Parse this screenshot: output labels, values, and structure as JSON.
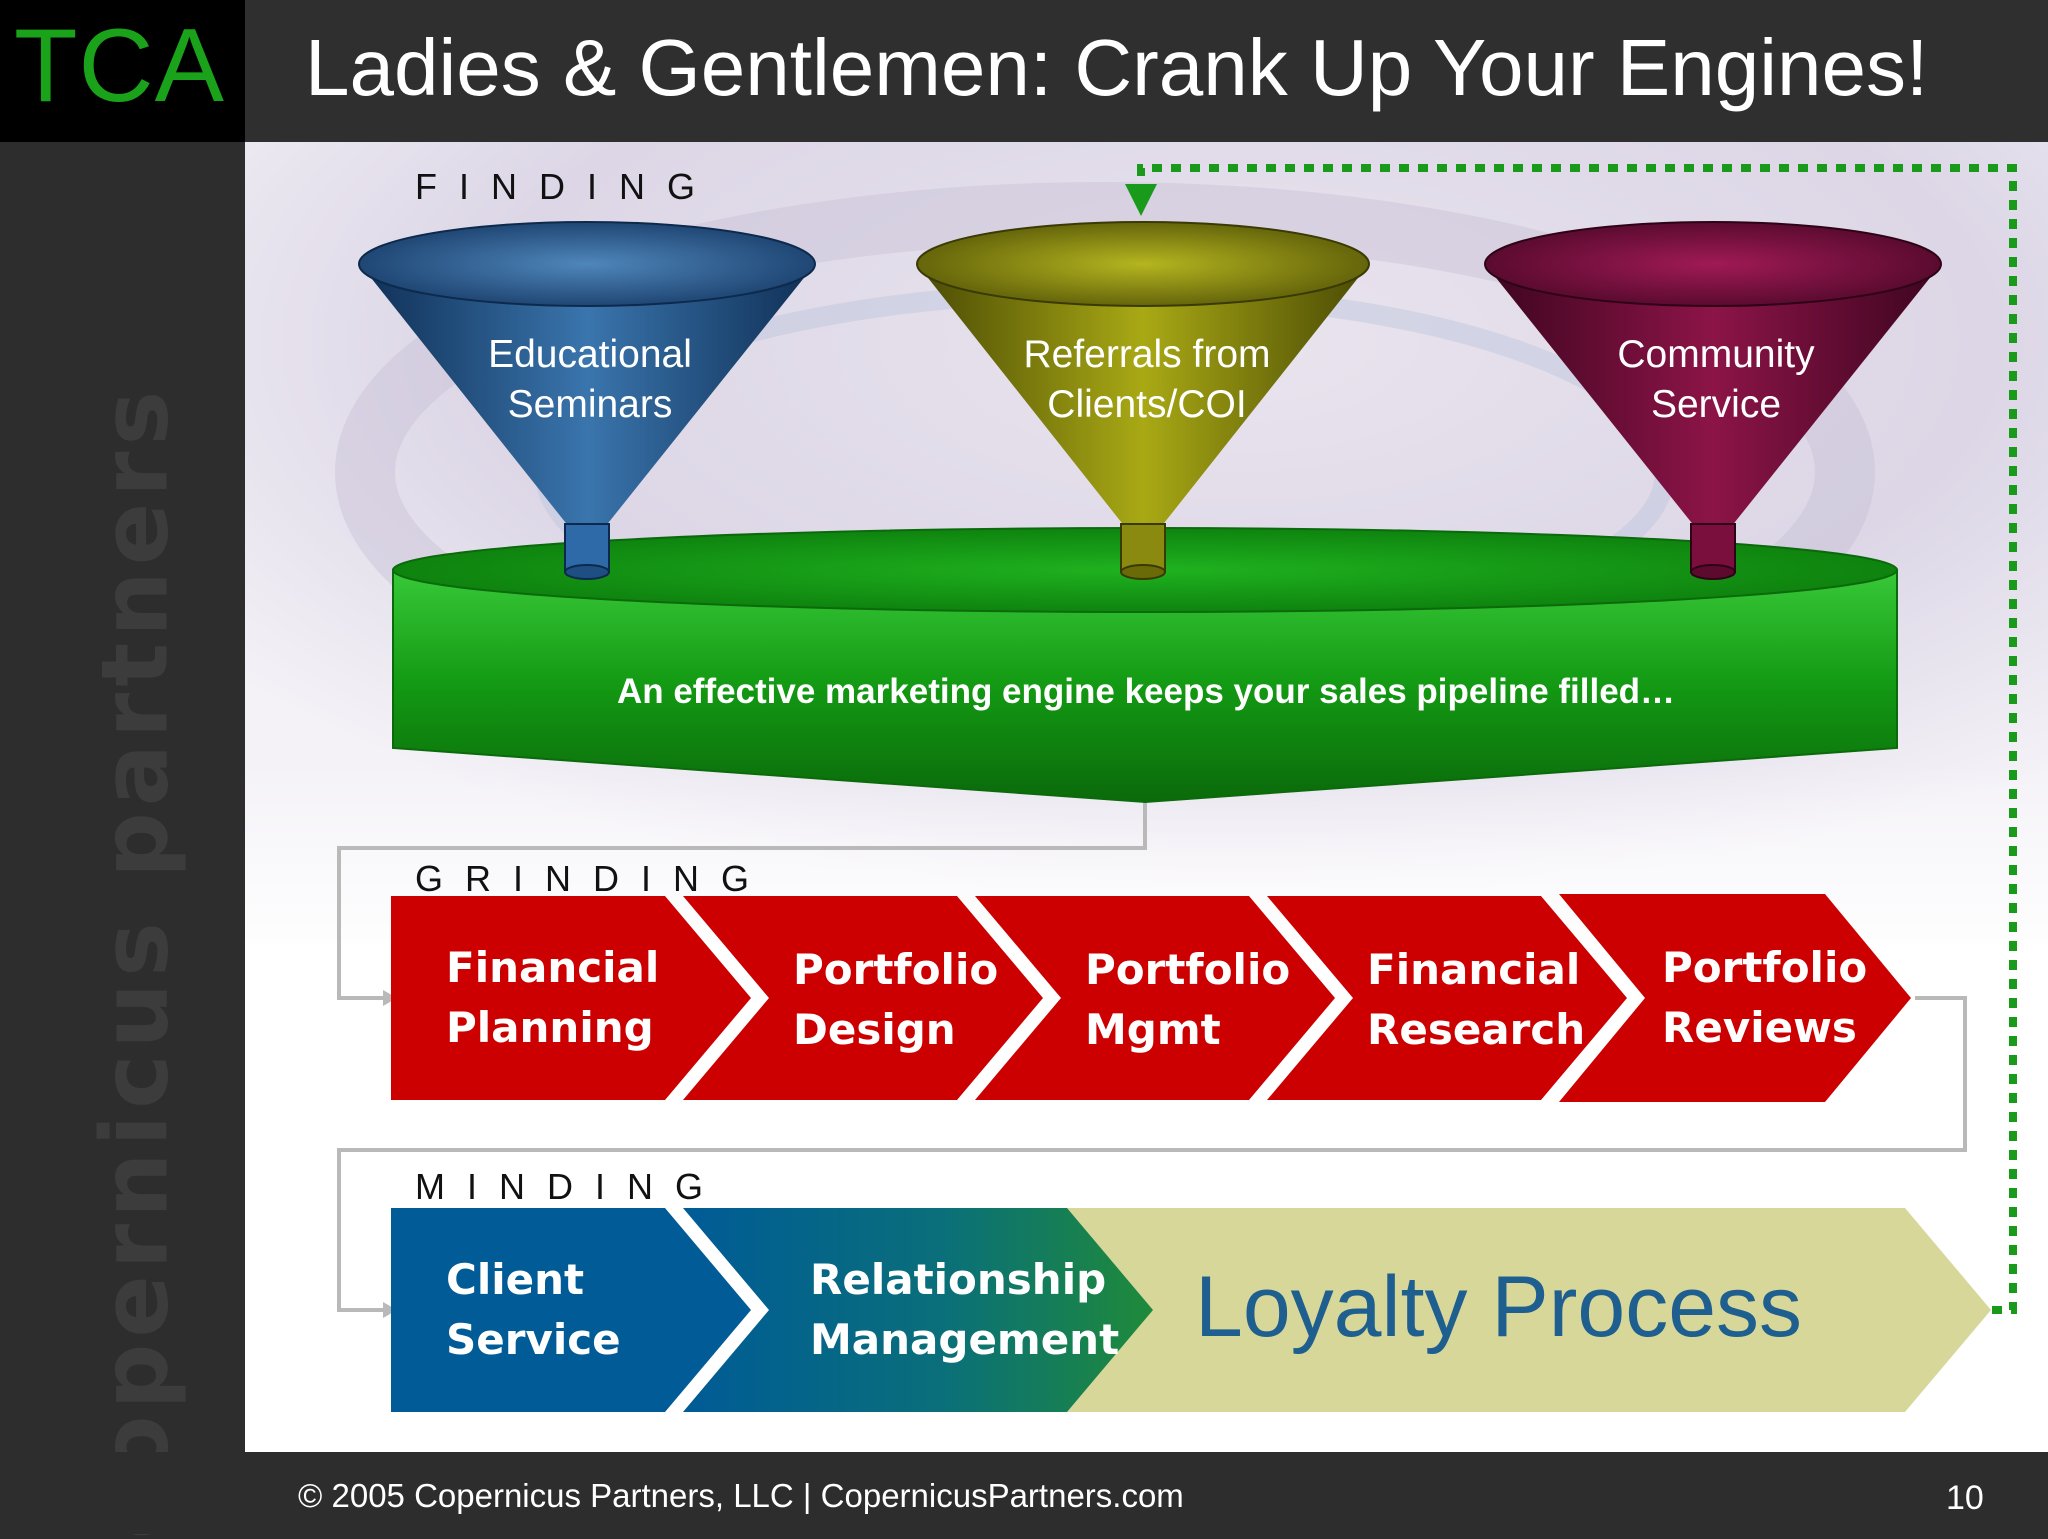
{
  "header": {
    "logo": "TCA",
    "title": "Ladies & Gentlemen: Crank Up Your Engines!"
  },
  "sidebar": {
    "brand": "copernicus partners"
  },
  "sections": {
    "finding": "FINDING",
    "grinding": "GRINDING",
    "minding": "MINDING"
  },
  "funnels": [
    {
      "label_line1": "Educational",
      "label_line2": "Seminars",
      "color": "#1f4f82"
    },
    {
      "label_line1": "Referrals from",
      "label_line2": "Clients/COI",
      "color": "#7a7a0a"
    },
    {
      "label_line1": "Community",
      "label_line2": "Service",
      "color": "#6e0a33"
    }
  ],
  "engine": {
    "caption": "An effective marketing engine keeps your sales pipeline filled…",
    "color": "#14a014"
  },
  "grinding_steps": [
    {
      "line1": "Financial",
      "line2": "Planning"
    },
    {
      "line1": "Portfolio",
      "line2": "Design"
    },
    {
      "line1": "Portfolio",
      "line2": "Mgmt"
    },
    {
      "line1": "Financial",
      "line2": "Research"
    },
    {
      "line1": "Portfolio",
      "line2": "Reviews"
    }
  ],
  "grinding_color": "#cc0000",
  "minding_steps": [
    {
      "line1": "Client",
      "line2": "Service"
    },
    {
      "line1": "Relationship",
      "line2": "Management"
    }
  ],
  "minding_color": "#005b96",
  "loyalty": {
    "label": "Loyalty Process",
    "color": "#d7d79a"
  },
  "footer": {
    "copyright": "© 2005 Copernicus Partners, LLC | CopernicusPartners.com",
    "page_number": "10"
  }
}
